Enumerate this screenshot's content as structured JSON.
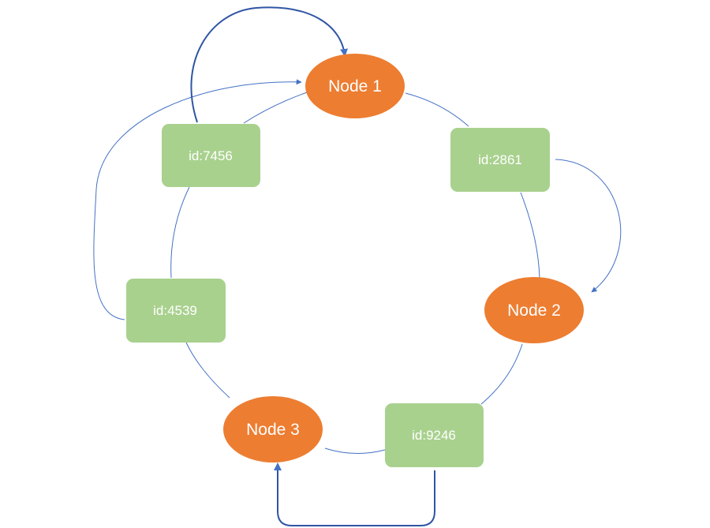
{
  "colors": {
    "node_fill": "#ED7D31",
    "key_fill": "#A9D18E",
    "edge": "#4472C4",
    "edge_dark": "#2F55A4"
  },
  "nodes": [
    {
      "id": "node-1",
      "label": "Node 1"
    },
    {
      "id": "node-2",
      "label": "Node 2"
    },
    {
      "id": "node-3",
      "label": "Node 3"
    }
  ],
  "keys": [
    {
      "id": "key-7456",
      "label": "id:7456"
    },
    {
      "id": "key-2861",
      "label": "id:2861"
    },
    {
      "id": "key-4539",
      "label": "id:4539"
    },
    {
      "id": "key-9246",
      "label": "id:9246"
    }
  ],
  "connectors": [
    {
      "from": "id:7456",
      "to": "Node 1"
    },
    {
      "from": "id:2861",
      "to": "Node 2"
    },
    {
      "from": "id:4539",
      "to": "Node 1"
    },
    {
      "from": "id:9246",
      "to": "Node 3"
    }
  ]
}
